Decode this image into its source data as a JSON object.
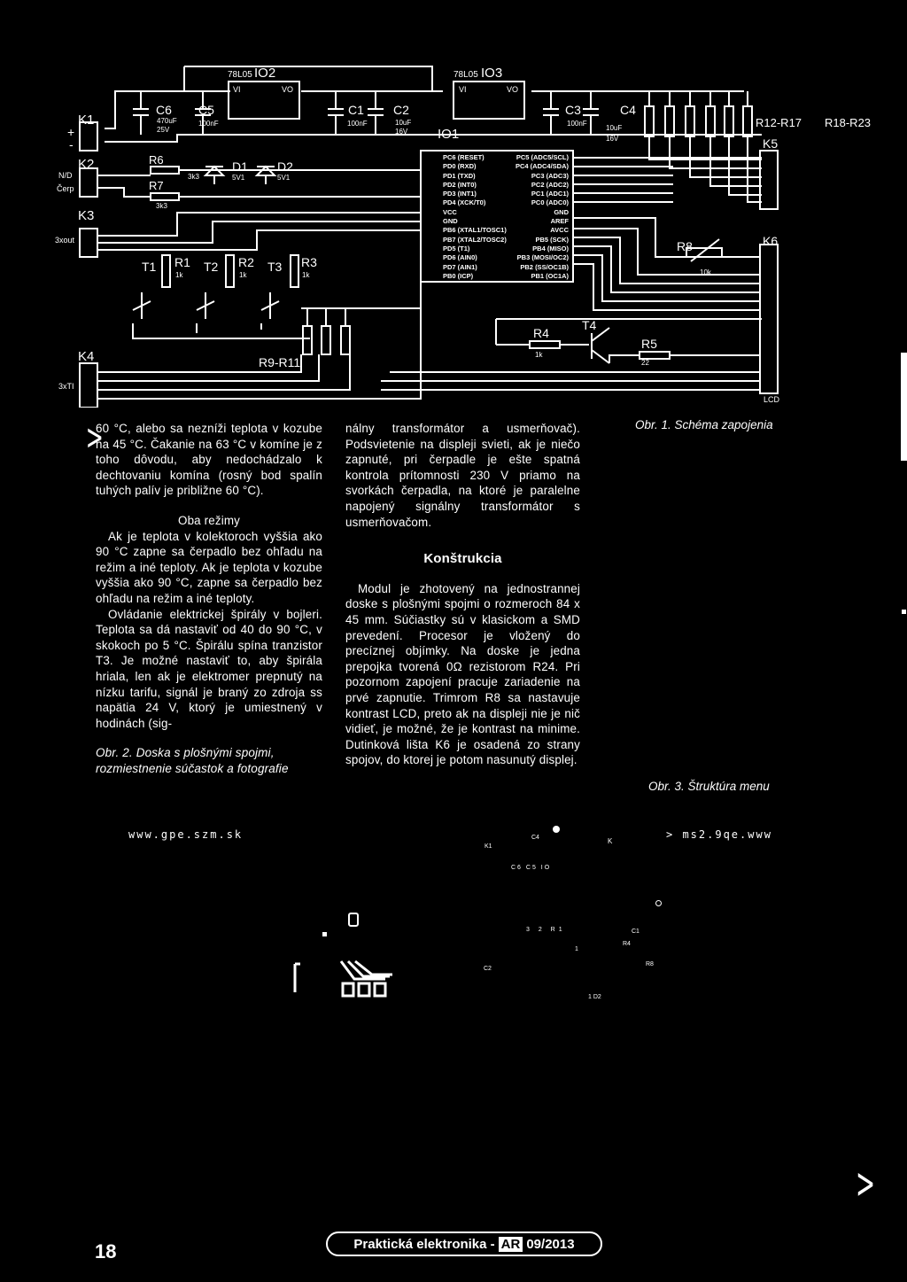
{
  "schematic": {
    "ic2_name": "IO2",
    "ic2_type": "78L05",
    "ic3_name": "IO3",
    "ic3_type": "78L05",
    "ic1_name": "IO1",
    "vi": "VI",
    "vo": "VO",
    "gnd": "GND",
    "k1": "K1",
    "k2": "K2",
    "k3": "K3",
    "k4": "K4",
    "k5": "K5",
    "k6": "K6",
    "plus": "+",
    "minus": "-",
    "nd": "N/D",
    "cerp": "Čerp",
    "xout": "3xout",
    "xti": "3xTI",
    "c6": "C6",
    "c6v": "470uF",
    "c6u": "25V",
    "c5": "C5",
    "c5v": "100nF",
    "c1": "C1",
    "c1v": "100nF",
    "c2": "C2",
    "c2v": "10uF",
    "c2u": "16V",
    "c3": "C3",
    "c3v": "100nF",
    "c4": "C4",
    "c4v": "10uF",
    "c4u": "16V",
    "r6": "R6",
    "r6v": "3k3",
    "r7": "R7",
    "r7v": "3k3",
    "d1": "D1",
    "d1v": "5V1",
    "d2": "D2",
    "d2v": "5V1",
    "t1": "T1",
    "t2": "T2",
    "t3": "T3",
    "t4": "T4",
    "r1": "R1",
    "r2": "R2",
    "r3": "R3",
    "rv": "1k",
    "r911": "R9-R11",
    "r1217": "R12-R17",
    "r1823": "R18-R23",
    "r4": "R4",
    "r4v": "1k",
    "r5": "R5",
    "r5v": "22",
    "r8": "R8",
    "r8v": "10k",
    "lcd": "LCD",
    "pins_left": [
      "PC6 (RESET)",
      "PD0 (RXD)",
      "PD1 (TXD)",
      "PD2 (INT0)",
      "PD3 (INT1)",
      "PD4 (XCK/T0)",
      "VCC",
      "GND",
      "PB6 (XTAL1/TOSC1)",
      "PB7 (XTAL2/TOSC2)",
      "PD5 (T1)",
      "PD6 (AIN0)",
      "PD7 (AIN1)",
      "PB0 (ICP)"
    ],
    "pins_right": [
      "PC5 (ADC5/SCL)",
      "PC4 (ADC4/SDA)",
      "PC3 (ADC3)",
      "PC2 (ADC2)",
      "PC1 (ADC1)",
      "PC0 (ADC0)",
      "GND",
      "AREF",
      "AVCC",
      "PB5 (SCK)",
      "PB4 (MISO)",
      "PB3 (MOSI/OC2)",
      "PB2 (SS/OC1B)",
      "PB1 (OC1A)"
    ]
  },
  "fig1_caption": "Obr. 1. Schéma zapojenia",
  "fig3_caption": "Obr. 3. Štruktúra menu",
  "col1": {
    "p1": "60 °C, alebo sa nezníži teplota v kozube na 45 °C. Čakanie na 63 °C v komíne je z toho dôvodu, aby nedochádzalo k dechtovaniu komína (rosný bod spalín tuhých palív je približne 60 °C).",
    "heading": "Oba režimy",
    "p2": "Ak je teplota v kolektoroch vyššia ako 90 °C zapne sa čerpadlo bez ohľadu na režim a iné teploty. Ak je teplota v kozube vyššia ako 90 °C, zapne sa čerpadlo bez ohľadu na režim a iné teploty.",
    "p3": "Ovládanie elektrickej špirály v bojleri. Teplota sa dá nastaviť od 40 do 90 °C, v skokoch po 5 °C. Špirálu spína tranzistor T3. Je možné nastaviť to, aby špirála hriala, len ak je elektromer prepnutý na nízku tarifu, signál je braný zo zdroja ss napätia 24 V, ktorý je umiestnený v hodinách (sig-",
    "caption_line1": "Obr. 2. Doska s plošnými spojmi,",
    "caption_line2": "rozmiestnenie súčastok a fotografie"
  },
  "col2": {
    "p1": "nálny transformátor a usmerňovač). Podsvietenie na displeji svieti, ak je niečo zapnuté, pri čerpadle je ešte spatná kontrola prítomnosti 230 V priamo na svorkách čerpadla, na ktoré je paralelne napojený signálny transformátor s usmerňovačom.",
    "heading": "Konštrukcia",
    "p2": "Modul je zhotovený na jednostrannej doske s plošnými spojmi o rozmeroch 84 x 45 mm. Súčiastky sú v klasickom a SMD prevedení. Procesor je vložený do precíznej objímky. Na doske je jedna prepojka tvorená 0Ω rezistorom R24. Pri pozornom zapojení pracuje zariadenie na prvé zapnutie. Trimrom R8 sa nastavuje kontrast LCD, preto ak na displeji nie je nič vidieť, je možné, že je kontrast na minime. Dutinková lišta K6 je osadená zo strany spojov, do ktorej je potom nasunutý displej."
  },
  "pcb": {
    "url": "www.gpe.szm.sk",
    "url_mirror": "> ms2.9qe.www",
    "k1": "K1",
    "c4": "C4",
    "k": "K",
    "c6c5io": "C6  C5  IO",
    "r3r1": "3   2  R1",
    "c1": "C1",
    "r4": "R4",
    "one": "1",
    "r8": "R8",
    "c2": "C2",
    "d2": "1 D2"
  },
  "footer": {
    "page": "18",
    "magazine": "Praktická elektronika -",
    "ar": "AR",
    "issue": "09/2013"
  }
}
